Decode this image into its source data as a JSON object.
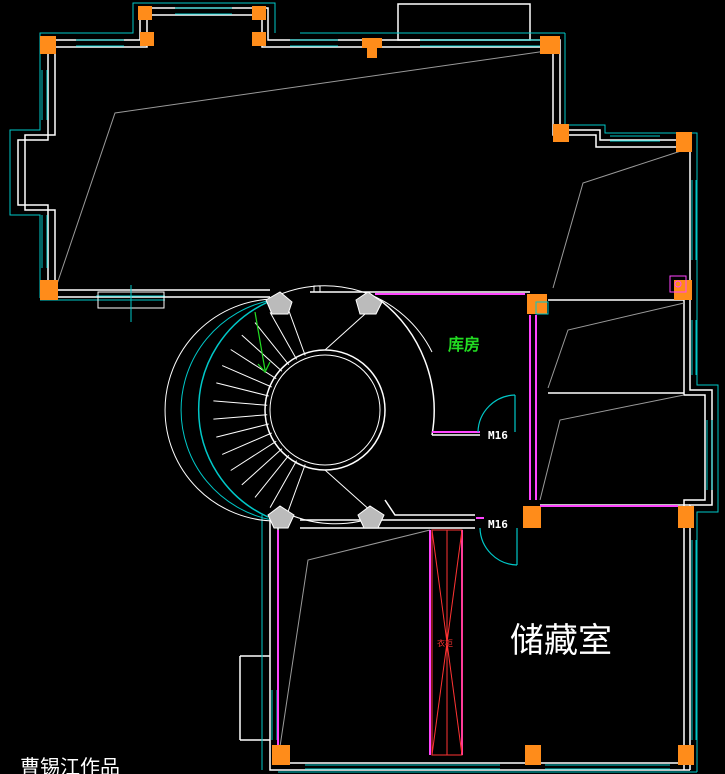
{
  "labels": {
    "storeroom": "库房",
    "door_upper": "M16",
    "door_lower": "M16",
    "storage_room": "储藏室",
    "wardrobe": "衣柜",
    "author": "曹锡江作品"
  },
  "colors": {
    "background": "#000000",
    "wall": "#ffffff",
    "wall_finish": "#00c8c8",
    "column": "#ff8c1a",
    "partition": "#ff44ff",
    "label_green": "#22dd22",
    "wardrobe_red": "#ff3333",
    "guide_line": "#9a9a9a"
  },
  "stair": {
    "type": "spiral",
    "tread_count": 16
  }
}
